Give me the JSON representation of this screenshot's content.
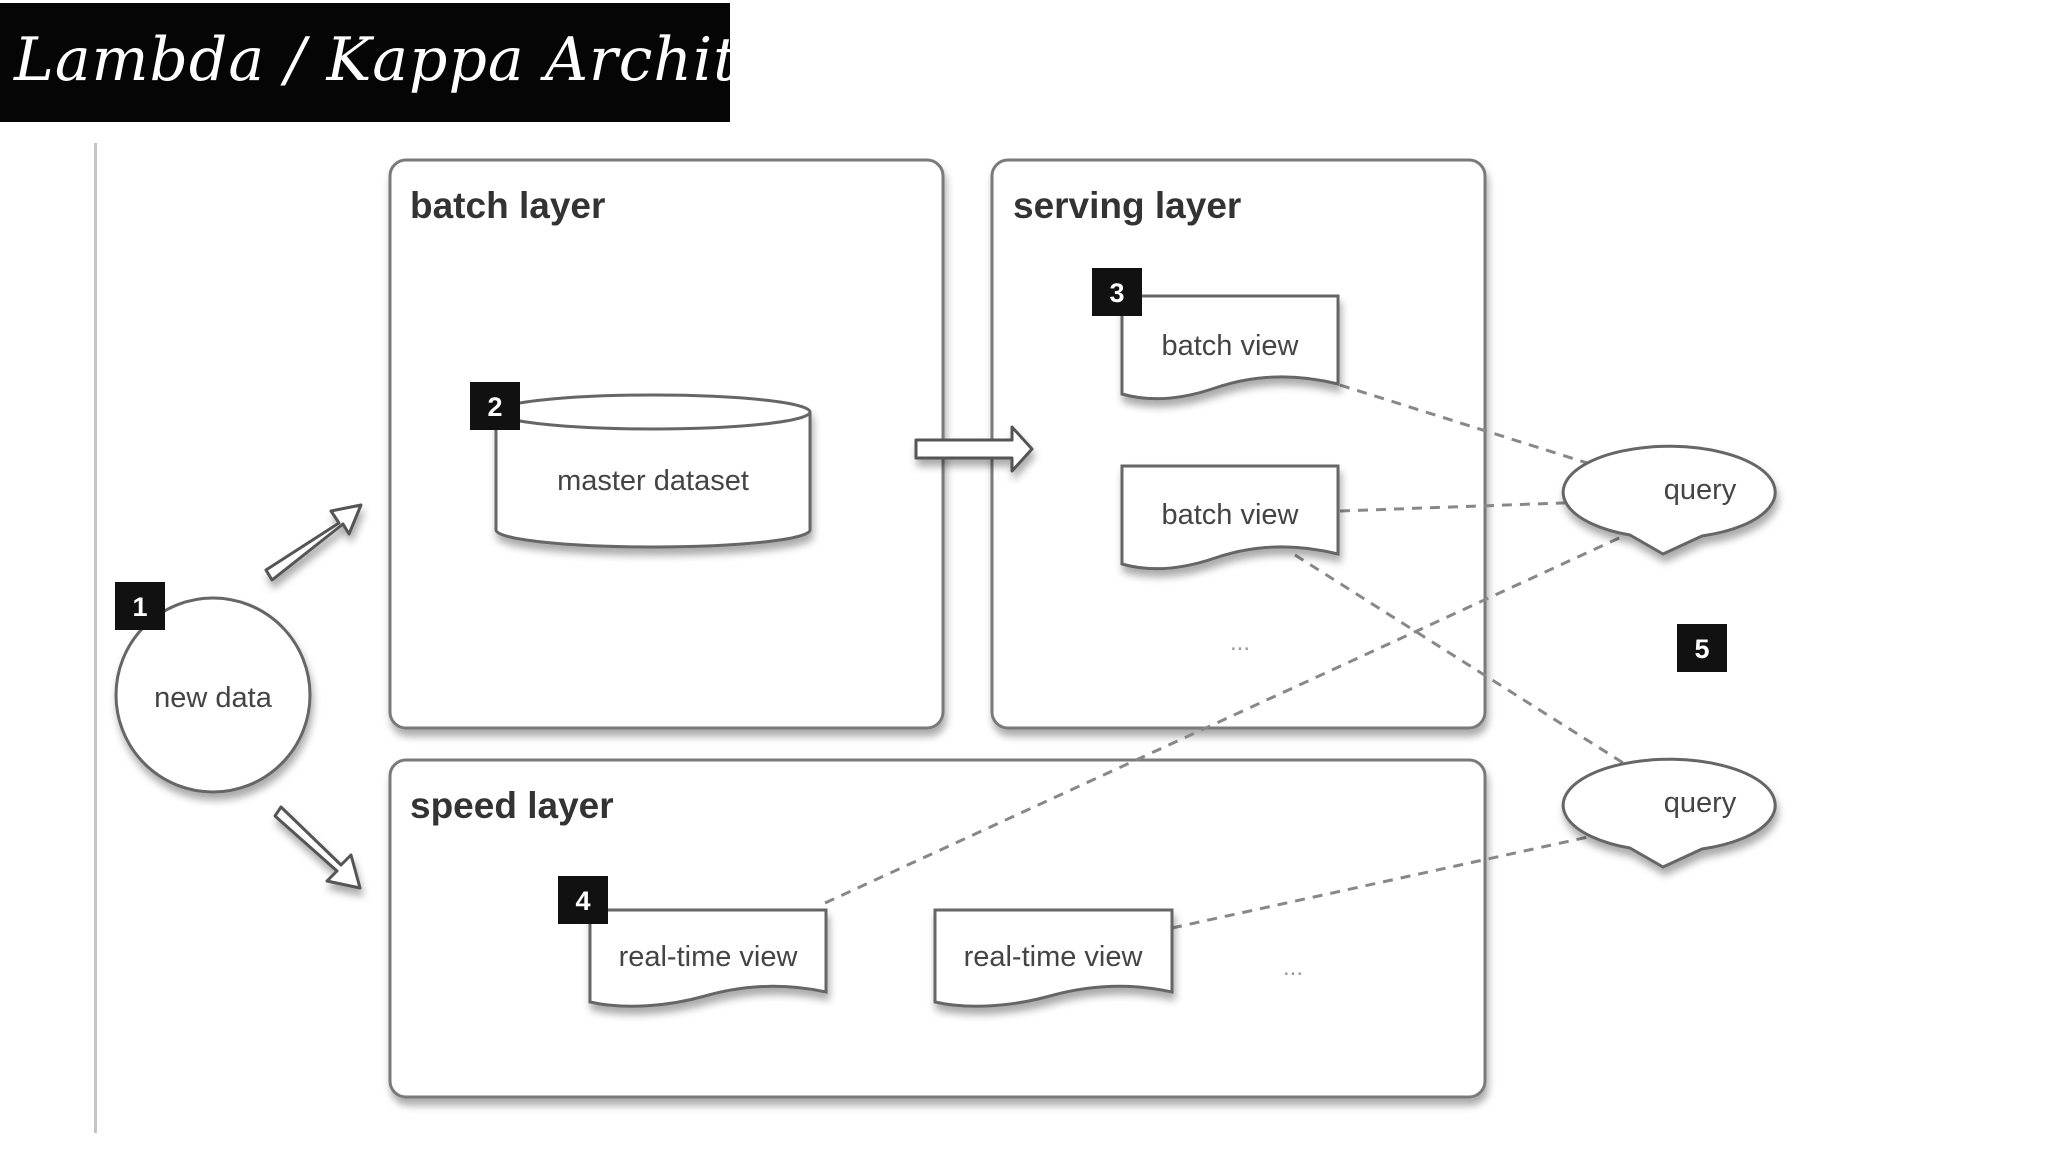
{
  "title": "Lambda / Kappa Architecture",
  "diagram": {
    "new_data": {
      "label": "new data",
      "badge": "1"
    },
    "batch_layer": {
      "title": "batch layer",
      "master_dataset": {
        "label": "master dataset",
        "badge": "2"
      }
    },
    "serving_layer": {
      "title": "serving layer",
      "badge": "3",
      "views": [
        "batch view",
        "batch view"
      ],
      "ellipsis": "..."
    },
    "speed_layer": {
      "title": "speed layer",
      "badge": "4",
      "views": [
        "real-time view",
        "real-time view"
      ],
      "ellipsis": "..."
    },
    "queries": [
      "query",
      "query"
    ],
    "query_badge": "5"
  }
}
